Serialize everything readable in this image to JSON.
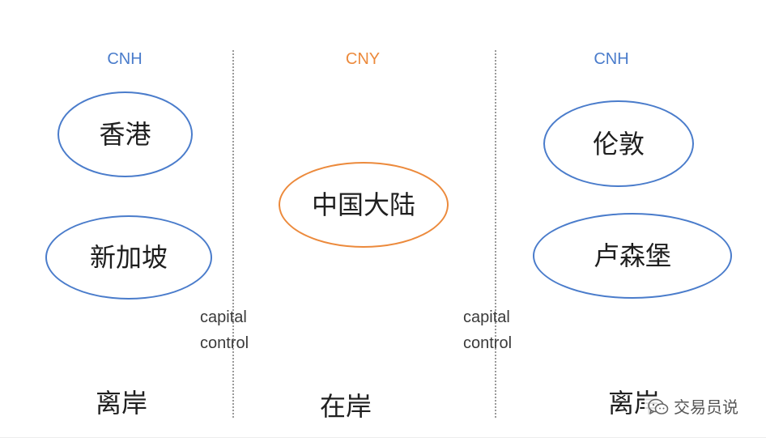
{
  "currencies": {
    "left": "CNH",
    "center": "CNY",
    "right": "CNH"
  },
  "colors": {
    "offshore": "#4a7ccb",
    "onshore": "#ec8a3c"
  },
  "locations": {
    "hongkong": "香港",
    "singapore": "新加坡",
    "mainland": "中国大陆",
    "london": "伦敦",
    "luxembourg": "卢森堡"
  },
  "capital_control": {
    "left_line1": "capital",
    "left_line2": "control",
    "right_line1": "capital",
    "right_line2": "control"
  },
  "zones": {
    "left": "离岸",
    "center": "在岸",
    "right": "离岸"
  },
  "watermark": {
    "icon": "wechat-icon",
    "text": "交易员说"
  }
}
